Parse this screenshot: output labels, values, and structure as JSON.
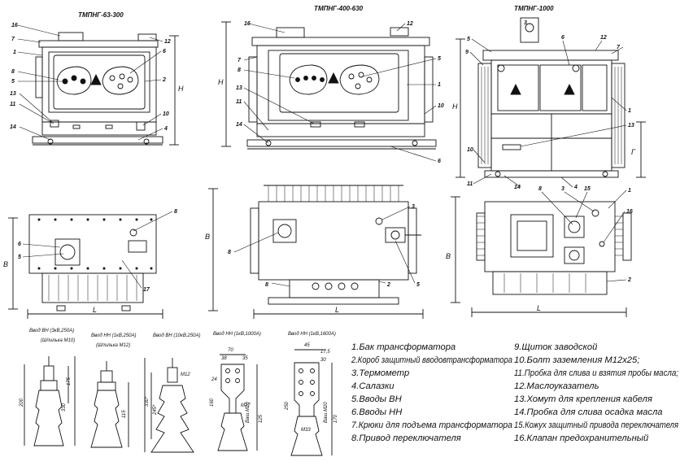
{
  "titles": {
    "small": "ТМПНГ-63-300",
    "medium": "ТМПНГ-400-630",
    "large": "ТМПНГ-1000"
  },
  "legend": [
    "1.Бак трансформатора",
    "2.Короб защитный вводовтрансформатора",
    "3.Термометр",
    "4.Салазки",
    "5.Вводы ВН",
    "6.Вводы НН",
    "7.Крюки для подъема трансформатора",
    "8.Привод переключателя",
    "9.Щиток заводской",
    "10.Болт заземления М12х25;",
    "11.Пробка для слива и взятия пробы масла;",
    "12.Маслоуказатель",
    "13.Хомут для крепления кабеля",
    "14.Пробка для слива осадка масла",
    "15.Кожух защитный привода переключателя",
    "16.Клапан предохранительный"
  ],
  "bushings": [
    {
      "title": "Ввод ВН (3кВ,250А)",
      "subtitle": "(Шпилька М10)",
      "dims": [
        "175",
        "330",
        "200"
      ]
    },
    {
      "title": "Ввод НН (1кВ,250А)",
      "subtitle": "(Шпилька М12)",
      "dims": [
        "115"
      ]
    },
    {
      "title": "Ввод ВН (10кВ,250А)",
      "subtitle": "",
      "dims": [
        "М12",
        "245*",
        "330*"
      ]
    },
    {
      "title": "Ввод НН (1кВ,1000А)",
      "subtitle": "",
      "dims": [
        "70",
        "38",
        "35",
        "24",
        "160",
        "М27",
        "Ваш.М20",
        "125"
      ]
    },
    {
      "title": "Ввод НН (1кВ,1600А)",
      "subtitle": "",
      "dims": [
        "45",
        "17,5",
        "30",
        "250",
        "М33",
        "Ваш.М20",
        "170"
      ]
    }
  ],
  "small_front": {
    "callouts": [
      "16",
      "7",
      "1",
      "8",
      "5",
      "13",
      "11",
      "14",
      "12",
      "6",
      "2",
      "10",
      "4"
    ],
    "dim_h": "H"
  },
  "medium_front": {
    "callouts": [
      "16",
      "12",
      "7",
      "8",
      "13",
      "11",
      "14",
      "5",
      "1",
      "10",
      "6"
    ],
    "dim_h": "H"
  },
  "large_front": {
    "callouts": [
      "3",
      "5",
      "6",
      "12",
      "7",
      "9",
      "1",
      "13",
      "10",
      "11",
      "14",
      "4"
    ],
    "dim_h": "H",
    "dim_g": "Г"
  },
  "small_plan": {
    "callouts": [
      "8",
      "6",
      "5",
      "17"
    ],
    "dim_b": "В",
    "dim_l": "L"
  },
  "medium_plan": {
    "callouts": [
      "8",
      "8",
      "3",
      "2",
      "5"
    ],
    "dim_b": "В",
    "dim_l": "L"
  },
  "large_plan": {
    "callouts": [
      "8",
      "3",
      "15",
      "1",
      "16",
      "2"
    ],
    "dim_b": "В",
    "dim_l": "L"
  }
}
